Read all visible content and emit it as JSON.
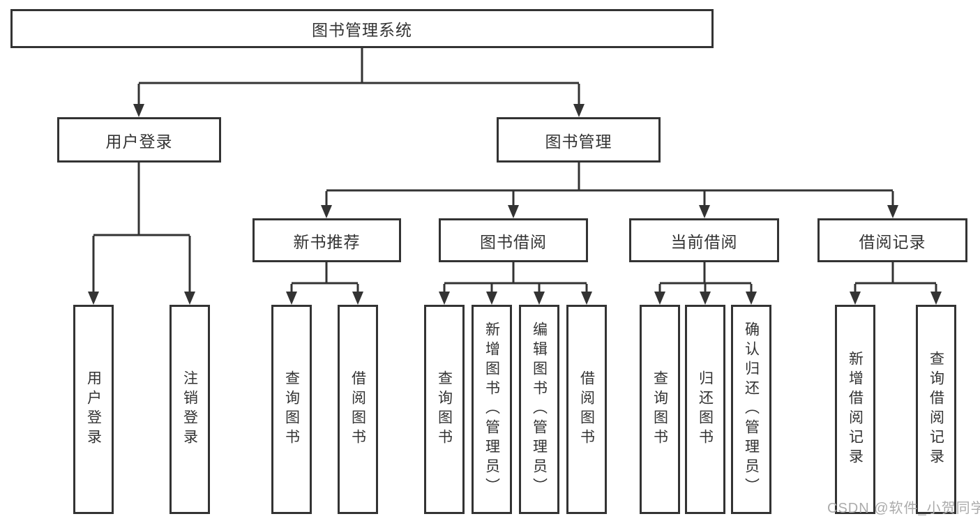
{
  "diagram": {
    "root": {
      "label": "图书管理系统"
    },
    "branches": [
      {
        "label": "用户登录",
        "children": [
          "用户登录",
          "注销登录"
        ]
      },
      {
        "label": "图书管理",
        "groups": [
          {
            "label": "新书推荐",
            "children": [
              "查询图书",
              "借阅图书"
            ]
          },
          {
            "label": "图书借阅",
            "children": [
              "查询图书",
              "新增图书（管理员）",
              "编辑图书（管理员）",
              "借阅图书"
            ]
          },
          {
            "label": "当前借阅",
            "children": [
              "查询图书",
              "归还图书",
              "确认归还（管理员）"
            ]
          },
          {
            "label": "借阅记录",
            "children": [
              "新增借阅记录",
              "查询借阅记录"
            ]
          }
        ]
      }
    ]
  },
  "watermark": "CSDN @软件_小贺同学",
  "colors": {
    "line": "#333333",
    "box_border": "#333333",
    "box_fill": "#ffffff",
    "text": "#333333",
    "watermark": "#ababab",
    "background": "#ffffff"
  }
}
